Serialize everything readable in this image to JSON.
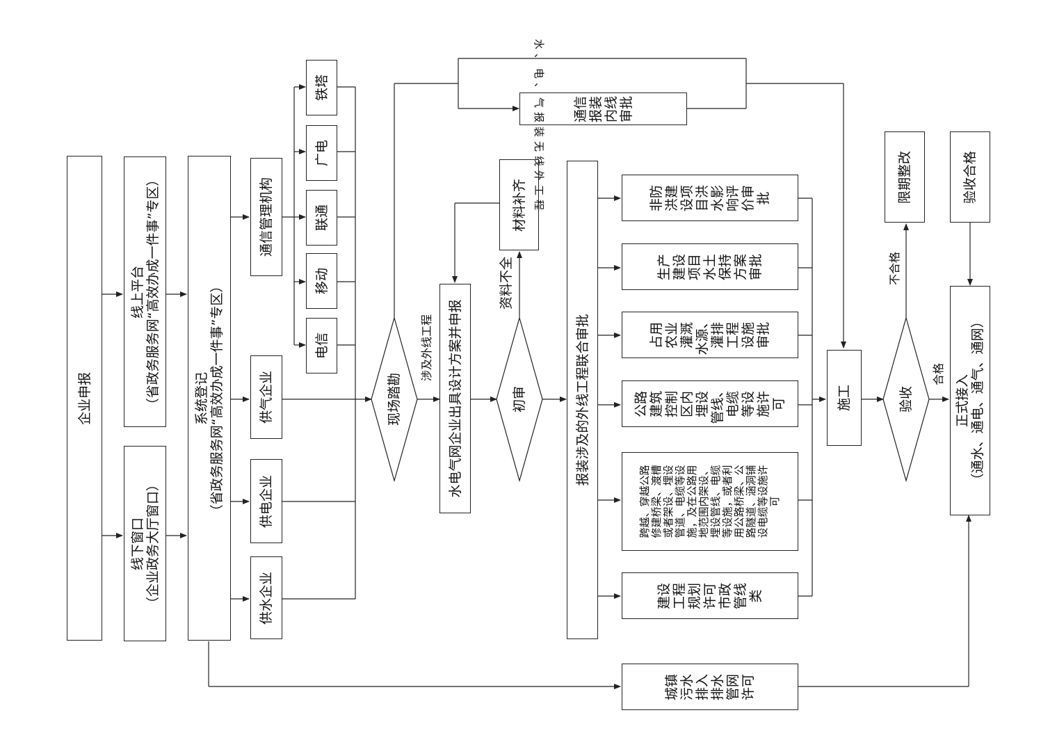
{
  "nodes": {
    "apply": "企业申报",
    "online": [
      "线上平台",
      "（省政务服务网“高效办成一件事”专区）"
    ],
    "offline": [
      "线下窗口",
      "（企业政务大厅窗口）"
    ],
    "register": [
      "系统登记",
      "（省政务服务网“高效办成一件事”专区）"
    ],
    "telecom_admin": "通信管理机构",
    "gas": "供气企业",
    "power": "供电企业",
    "water": "供水企业",
    "tower": "铁塔",
    "broadcast": "广电",
    "unicom": "联通",
    "mobile": "移动",
    "telecom": "电信",
    "survey": "现场踏勘",
    "design": "水电气网企业出具设计方案并申报",
    "first_review": "初审",
    "supplement": "材料补齐",
    "joint_review": "报装涉及的外线工程联合审批",
    "flood": [
      "非防",
      "洪建",
      "设项",
      "目洪",
      "水影",
      "响评",
      "价审",
      "批"
    ],
    "soil": [
      "生产",
      "建设",
      "项目",
      "水土",
      "保持",
      "方案",
      "审批"
    ],
    "irrigation": [
      "占用",
      "农业",
      "灌溉",
      "水源、",
      "灌排",
      "工程",
      "设施",
      "审批"
    ],
    "road_control": [
      "公路",
      "建筑",
      "控制",
      "区内",
      "埋设",
      "管线、",
      "电缆",
      "等设",
      "施许",
      "可"
    ],
    "road_cross": [
      "跨越、穿越公路",
      "修建桥梁、渡槽",
      "或者架设、埋设",
      "管道、电缆等设",
      "施，及在公路用",
      "地范围内架设、",
      "埋设管线、电缆",
      "等设施，或者利",
      "用公路桥梁、公",
      "路隧道、涵洞铺",
      "设电缆等设施许",
      "可"
    ],
    "planning": [
      "建设",
      "工程",
      "规划",
      "许可",
      "市政",
      "管线",
      "类"
    ],
    "sewage": [
      "城镇",
      "污水",
      "排入",
      "排水",
      "管网",
      "许可"
    ],
    "inner_line": [
      "通信",
      "报装",
      "内线",
      "审批"
    ],
    "construction": "施工",
    "acceptance": "验收",
    "rectify": "限期整改",
    "accepted": "验收合格",
    "connect": [
      "正式接入",
      "（通水、通电、通气、通网）"
    ]
  },
  "labels": {
    "external": "涉及外线工程",
    "incomplete": "资料不全",
    "no_external": "水、电、气报装无线外工程",
    "fail": "不合格",
    "pass": "合格"
  }
}
